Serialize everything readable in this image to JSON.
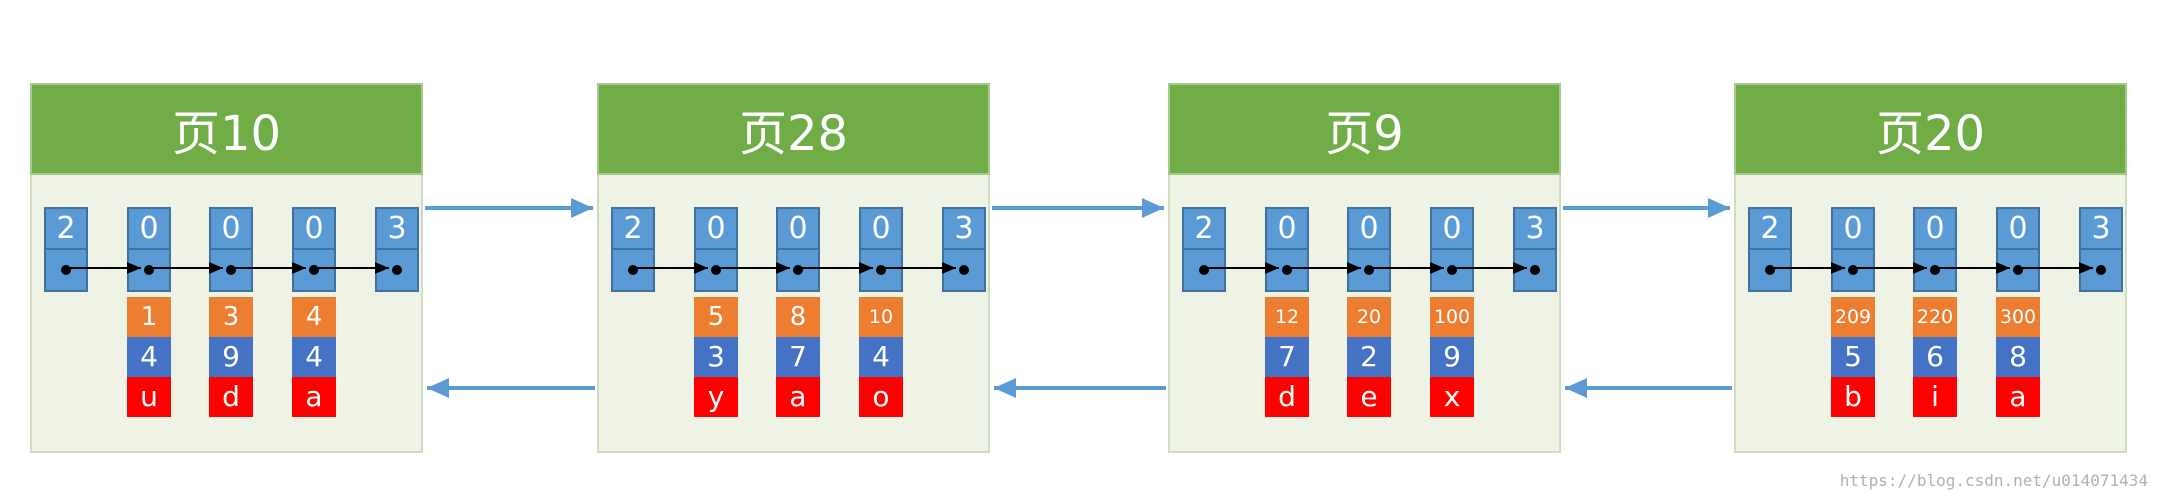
{
  "pages": [
    {
      "title": "页10",
      "records": [
        {
          "header": "2"
        },
        {
          "header": "0",
          "key": "1",
          "num": "4",
          "char": "u"
        },
        {
          "header": "0",
          "key": "3",
          "num": "9",
          "char": "d"
        },
        {
          "header": "0",
          "key": "4",
          "num": "4",
          "char": "a"
        },
        {
          "header": "3"
        }
      ]
    },
    {
      "title": "页28",
      "records": [
        {
          "header": "2"
        },
        {
          "header": "0",
          "key": "5",
          "num": "3",
          "char": "y"
        },
        {
          "header": "0",
          "key": "8",
          "num": "7",
          "char": "a"
        },
        {
          "header": "0",
          "key": "10",
          "num": "4",
          "char": "o"
        },
        {
          "header": "3"
        }
      ]
    },
    {
      "title": "页9",
      "records": [
        {
          "header": "2"
        },
        {
          "header": "0",
          "key": "12",
          "num": "7",
          "char": "d"
        },
        {
          "header": "0",
          "key": "20",
          "num": "2",
          "char": "e"
        },
        {
          "header": "0",
          "key": "100",
          "num": "9",
          "char": "x"
        },
        {
          "header": "3"
        }
      ]
    },
    {
      "title": "页20",
      "records": [
        {
          "header": "2"
        },
        {
          "header": "0",
          "key": "209",
          "num": "5",
          "char": "b"
        },
        {
          "header": "0",
          "key": "220",
          "num": "6",
          "char": "i"
        },
        {
          "header": "0",
          "key": "300",
          "num": "8",
          "char": "a"
        },
        {
          "header": "3"
        }
      ]
    }
  ],
  "watermark": "https://blog.csdn.net/u014071434",
  "colors": {
    "page_header": "#70ad47",
    "page_body": "#eef3e6",
    "record_header": "#5b9bd5",
    "key_cell": "#ed7d31",
    "num_cell": "#4472c4",
    "char_cell": "#ff0000",
    "page_link_arrow": "#5b9bd5",
    "record_link_arrow": "#000000"
  }
}
